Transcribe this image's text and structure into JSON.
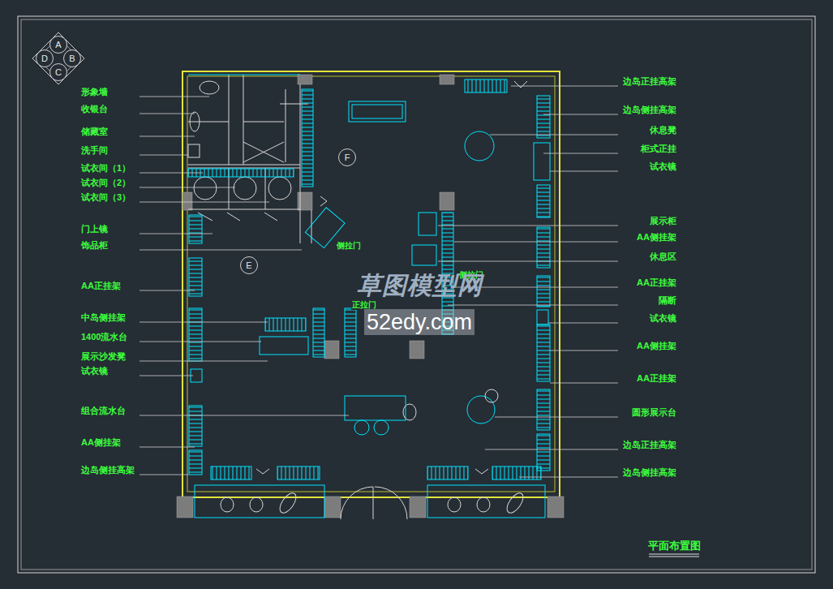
{
  "diagram": {
    "title": "平面布置图",
    "nodes": [
      {
        "text": [
          "A"
        ]
      },
      {
        "text": [
          "D"
        ]
      },
      {
        "text": [
          "B"
        ]
      },
      {
        "text": [
          "C"
        ]
      },
      {
        "text": [
          "F"
        ]
      },
      {
        "text": [
          "E"
        ]
      }
    ],
    "labels": [
      "形象墙",
      "收银台",
      "储藏室",
      "洗手间",
      "试衣间（1）",
      "试衣间（2）",
      "试衣间（3）",
      "门上镜",
      "饰品柜",
      "AA正挂架",
      "中岛侧挂架",
      "1400流水台",
      "展示沙发凳",
      "试衣镜",
      "组合流水台",
      "AA侧挂架",
      "边岛侧挂高架",
      "边岛正挂高架",
      "边岛侧挂高架",
      "休息凳",
      "柜式正挂",
      "试衣镜",
      "展示柜",
      "AA侧挂架",
      "休息区",
      "AA正挂架",
      "隔断",
      "试衣镜",
      "AA侧挂架",
      "AA正挂架",
      "圆形展示台",
      "边岛正挂高架",
      "边岛侧挂高架",
      "侧拉门",
      "侧拉门",
      "正拉门",
      "草图模型网",
      "52edy.com"
    ]
  }
}
